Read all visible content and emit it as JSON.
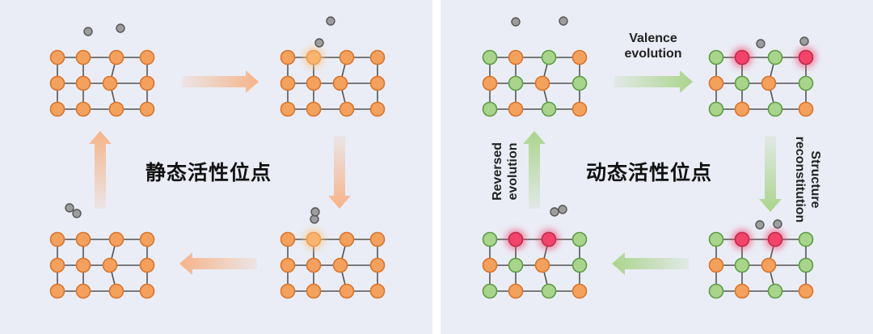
{
  "left_panel": {
    "title": "静态活性位点"
  },
  "right_panel": {
    "title": "动态活性位点",
    "label_valence": [
      "Valence",
      "evolution"
    ],
    "label_structure": [
      "Structure",
      "reconstitution"
    ],
    "label_reversed": [
      "Reversed",
      "evolution"
    ]
  },
  "colors": {
    "orange_atom": "#f5a15e",
    "orange_stroke": "#d9742c",
    "green_atom": "#a8d48c",
    "green_stroke": "#5e9c45",
    "red_atom": "#f2436a",
    "grey_molecule": "#9d9d9d",
    "orange_arrow": "#f6b489",
    "green_arrow": "#abd48c"
  }
}
